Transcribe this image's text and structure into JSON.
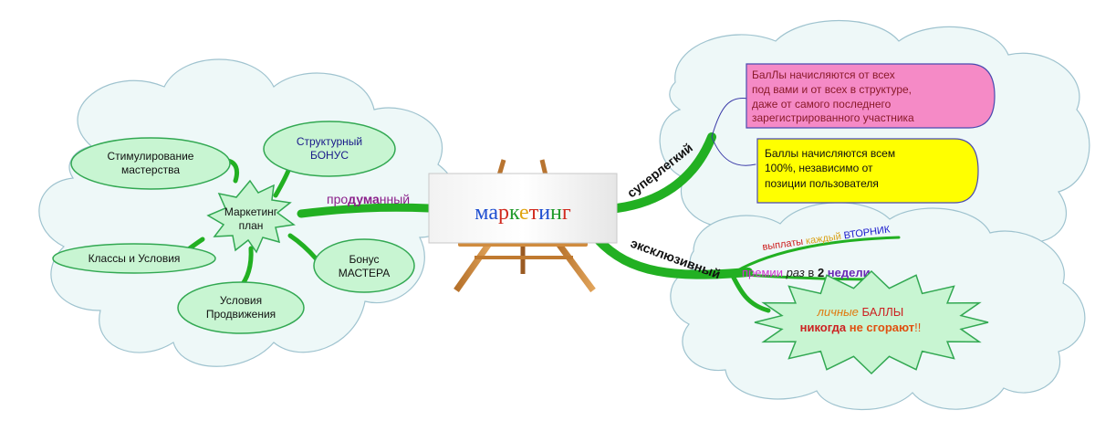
{
  "center": {
    "letters": [
      {
        "ch": "м",
        "color": "#1f4fd1"
      },
      {
        "ch": "а",
        "color": "#1f4fd1"
      },
      {
        "ch": "р",
        "color": "#d12a1f"
      },
      {
        "ch": "к",
        "color": "#1f9a2a"
      },
      {
        "ch": "е",
        "color": "#e0a410"
      },
      {
        "ch": "т",
        "color": "#d12a1f"
      },
      {
        "ch": "и",
        "color": "#1f4fd1"
      },
      {
        "ch": "н",
        "color": "#1f9a2a"
      },
      {
        "ch": "г",
        "color": "#d12a1f"
      }
    ]
  },
  "left": {
    "branch_label": [
      {
        "t": "про",
        "color": "#8a1f8a",
        "bold": false
      },
      {
        "t": "дума",
        "color": "#8a1f8a",
        "bold": true
      },
      {
        "t": "нный",
        "color": "#8a1f8a",
        "bold": false
      }
    ],
    "hub": {
      "line1": "Маркетинг",
      "line2": "план"
    },
    "nodes": {
      "stim": {
        "line1": "Стимулирование",
        "line2": "мастерства"
      },
      "struct": {
        "line1": "Структурный",
        "line2": "БОНУС"
      },
      "classes": {
        "line1": "Классы и Условия"
      },
      "bonus": {
        "line1": "Бонус",
        "line2": "МАСТЕРА"
      },
      "cond": {
        "line1": "Условия",
        "line2": "Продвижения"
      }
    }
  },
  "right": {
    "branch_top": "суперлегкий",
    "branch_bottom": "эксклюзивный",
    "pink_box": {
      "lines": [
        "БалЛы начисляются от всех",
        "под вами и от всех в структуре,",
        "даже от самого последнего",
        "зарегистрированного участника"
      ],
      "fill": "#f58ac6"
    },
    "yellow_box": {
      "lines": [
        "Баллы начисляются всем",
        "100%, независимо от",
        "позиции пользователя"
      ],
      "fill": "#ffff00"
    },
    "payout": [
      {
        "t": "выплаты ",
        "color": "#cc1a1a"
      },
      {
        "t": "каждый ",
        "color": "#d9a219"
      },
      {
        "t": "ВТОРНИК",
        "color": "#1a1acc"
      }
    ],
    "premium": [
      {
        "t": "премии ",
        "color": "#cc33cc",
        "style": "normal",
        "weight": "normal"
      },
      {
        "t": "раз ",
        "color": "#222222",
        "style": "italic",
        "weight": "normal"
      },
      {
        "t": "в ",
        "color": "#222222",
        "style": "normal",
        "weight": "normal"
      },
      {
        "t": "2 ",
        "color": "#111111",
        "style": "normal",
        "weight": "bold"
      },
      {
        "t": "недели",
        "color": "#6a2ab5",
        "style": "normal",
        "weight": "bold"
      }
    ],
    "star_line1": [
      {
        "t": "личные ",
        "color": "#e07a10",
        "style": "italic",
        "weight": "normal"
      },
      {
        "t": "БАЛЛЫ",
        "color": "#cc2222",
        "style": "normal",
        "weight": "normal"
      }
    ],
    "star_line2": [
      {
        "t": "никогда ",
        "color": "#cc2222",
        "style": "normal",
        "weight": "bold"
      },
      {
        "t": "не сгорают",
        "color": "#e05010",
        "style": "normal",
        "weight": "bold"
      },
      {
        "t": "!!",
        "color": "#e05010",
        "style": "normal",
        "weight": "normal"
      }
    ]
  },
  "colors": {
    "branch_green": "#22b022",
    "node_fill": "#c8f5d2",
    "node_stroke": "#32a852",
    "cloud_fill": "#eef8f8",
    "cloud_stroke": "#9fc3cf"
  }
}
